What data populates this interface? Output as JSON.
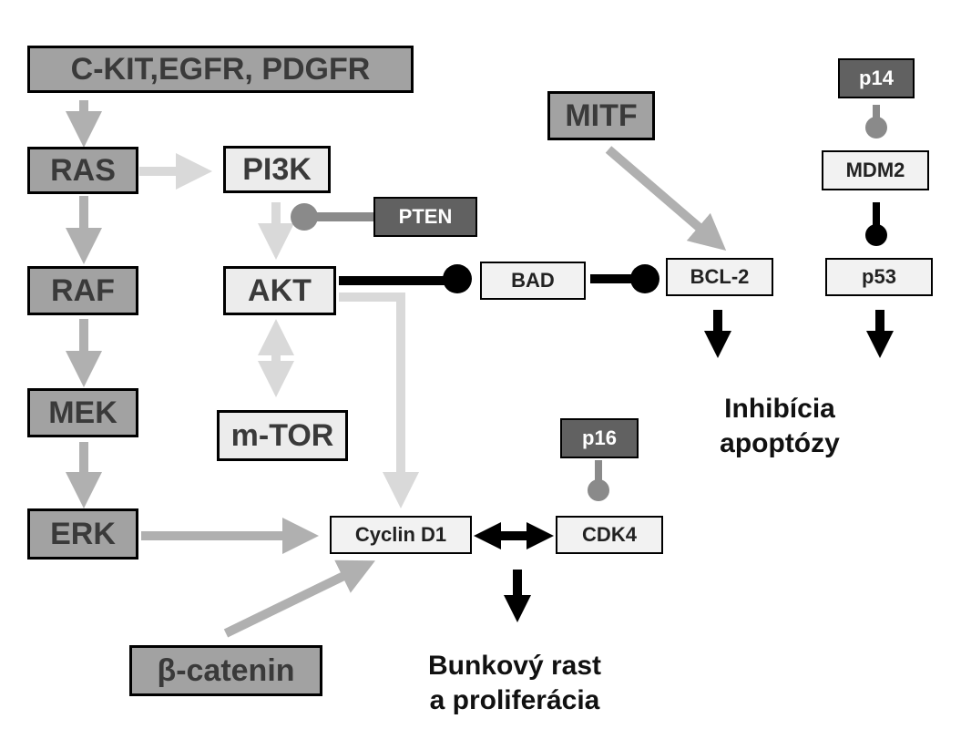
{
  "nodes": {
    "receptors": "C-KIT,EGFR, PDGFR",
    "ras": "RAS",
    "raf": "RAF",
    "mek": "MEK",
    "erk": "ERK",
    "pi3k": "PI3K",
    "pten": "PTEN",
    "akt": "AKT",
    "mtor": "m-TOR",
    "bad": "BAD",
    "mitf": "MITF",
    "bcl2": "BCL-2",
    "p14": "p14",
    "mdm2": "MDM2",
    "p53": "p53",
    "p16": "p16",
    "cyclin_d1": "Cyclin D1",
    "cdk4": "CDK4",
    "beta_catenin": "β-catenin"
  },
  "outcomes": {
    "apoptosis_line1": "Inhibícia",
    "apoptosis_line2": "apoptózy",
    "growth_line1": "Bunkový rast",
    "growth_line2": "a proliferácia"
  },
  "colors": {
    "activation_light": "#d9d9d9",
    "activation_mid": "#b0b0b0",
    "inhibition_black": "#000000",
    "inhibition_gray": "#8a8a8a"
  }
}
